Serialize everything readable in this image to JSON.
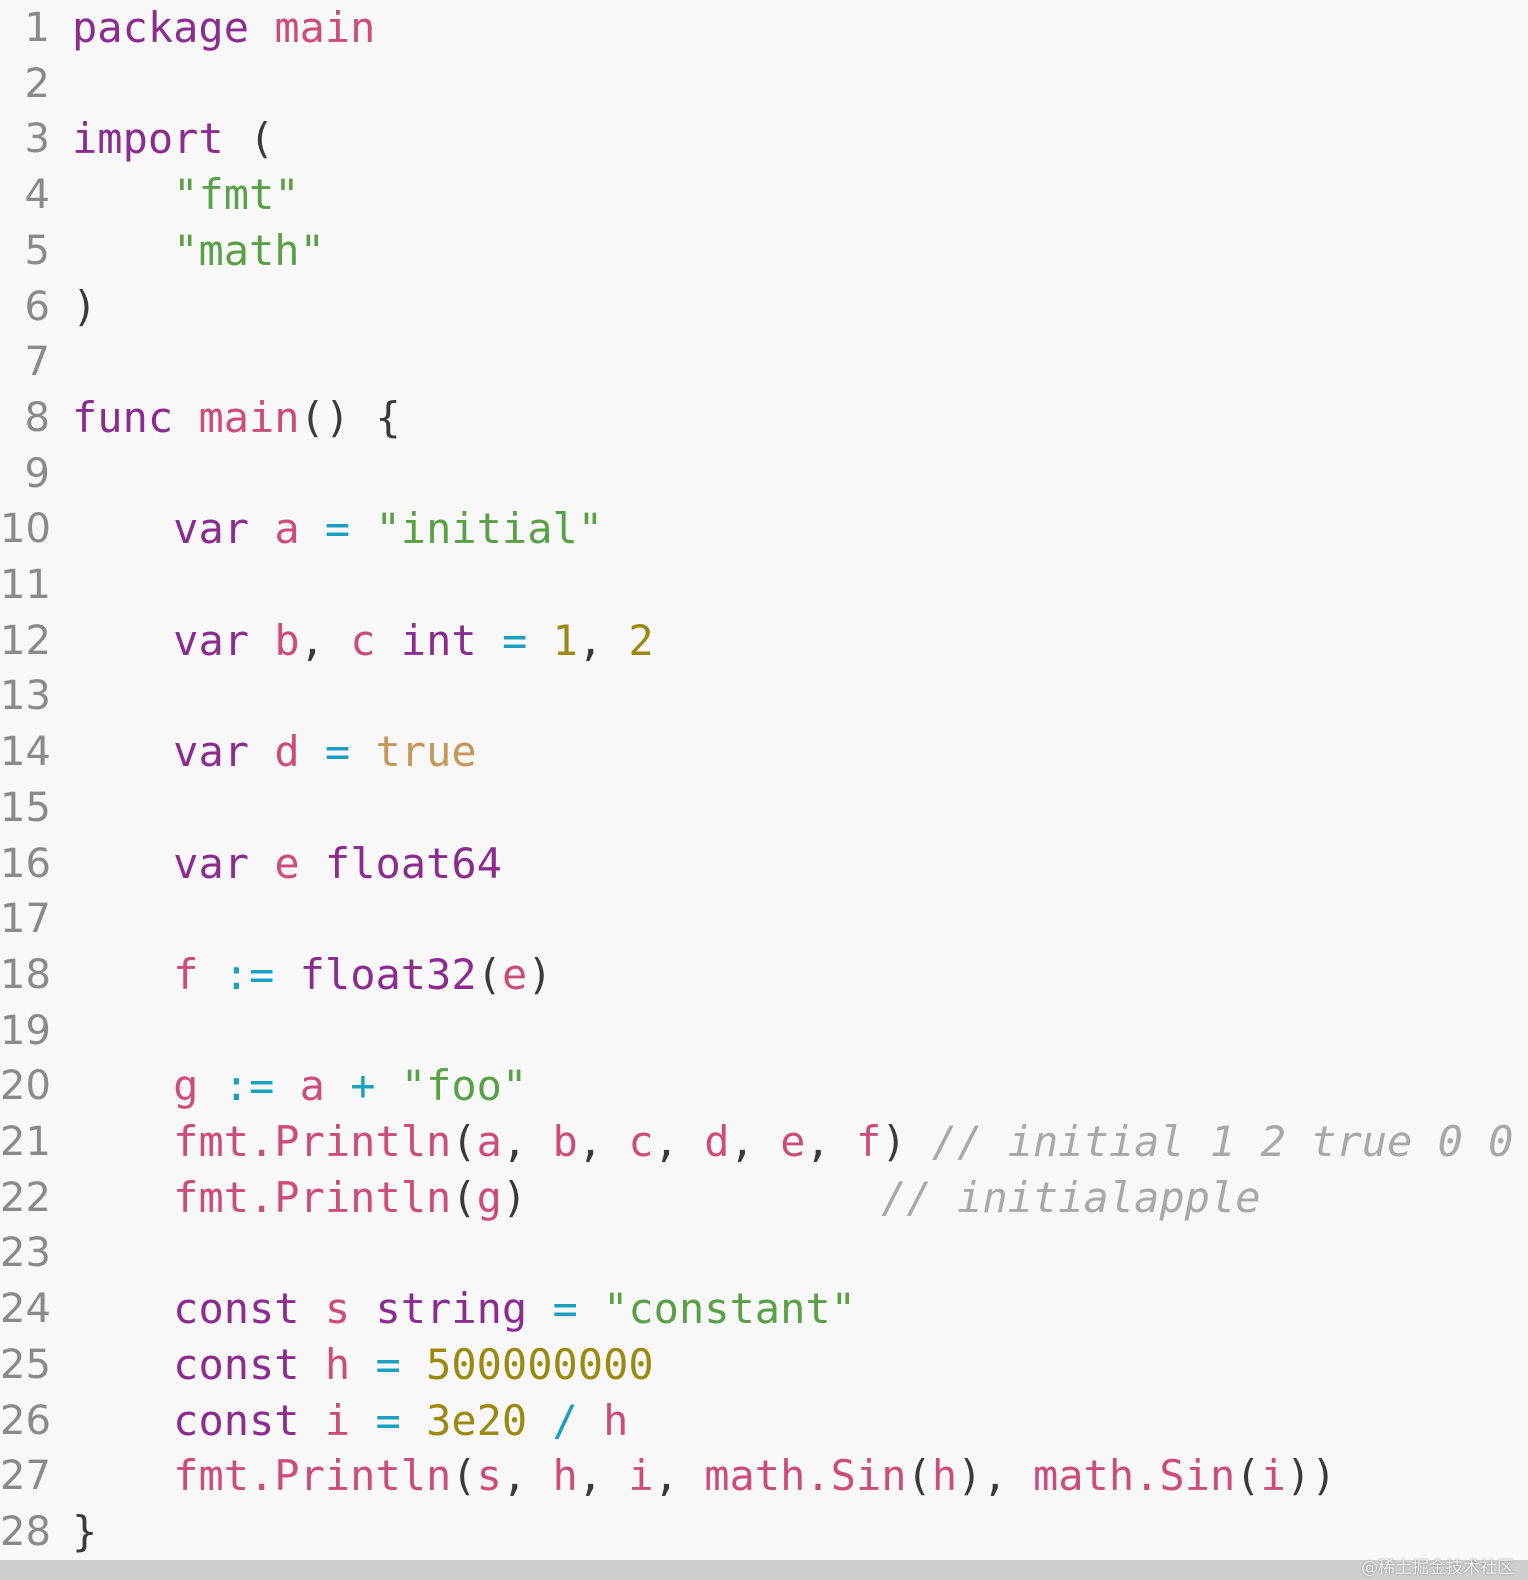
{
  "editor": {
    "language": "go",
    "colors": {
      "background": "#f8f8f8",
      "line_number": "#8a8a8a",
      "keyword": "#8b2d8f",
      "identifier": "#cc4d7a",
      "string": "#5aa046",
      "number": "#9c8a10",
      "operator": "#1a9fbf",
      "bool": "#c6975a",
      "comment": "#a8a8a8"
    },
    "lines": [
      {
        "n": "1",
        "tokens": [
          [
            "kw",
            "package"
          ],
          [
            "p",
            " "
          ],
          [
            "id",
            "main"
          ]
        ]
      },
      {
        "n": "2",
        "tokens": []
      },
      {
        "n": "3",
        "tokens": [
          [
            "kw",
            "import"
          ],
          [
            "p",
            " ("
          ]
        ]
      },
      {
        "n": "4",
        "tokens": [
          [
            "p",
            "    "
          ],
          [
            "str",
            "\"fmt\""
          ]
        ]
      },
      {
        "n": "5",
        "tokens": [
          [
            "p",
            "    "
          ],
          [
            "str",
            "\"math\""
          ]
        ]
      },
      {
        "n": "6",
        "tokens": [
          [
            "p",
            ")"
          ]
        ]
      },
      {
        "n": "7",
        "tokens": []
      },
      {
        "n": "8",
        "tokens": [
          [
            "kw",
            "func"
          ],
          [
            "p",
            " "
          ],
          [
            "id",
            "main"
          ],
          [
            "p",
            "() {"
          ]
        ]
      },
      {
        "n": "9",
        "tokens": []
      },
      {
        "n": "10",
        "tokens": [
          [
            "p",
            "    "
          ],
          [
            "kw",
            "var"
          ],
          [
            "p",
            " "
          ],
          [
            "id",
            "a"
          ],
          [
            "p",
            " "
          ],
          [
            "op",
            "="
          ],
          [
            "p",
            " "
          ],
          [
            "str",
            "\"initial\""
          ]
        ]
      },
      {
        "n": "11",
        "tokens": []
      },
      {
        "n": "12",
        "tokens": [
          [
            "p",
            "    "
          ],
          [
            "kw",
            "var"
          ],
          [
            "p",
            " "
          ],
          [
            "id",
            "b"
          ],
          [
            "p",
            ", "
          ],
          [
            "id",
            "c"
          ],
          [
            "p",
            " "
          ],
          [
            "kw",
            "int"
          ],
          [
            "p",
            " "
          ],
          [
            "op",
            "="
          ],
          [
            "p",
            " "
          ],
          [
            "num",
            "1"
          ],
          [
            "p",
            ", "
          ],
          [
            "num",
            "2"
          ]
        ]
      },
      {
        "n": "13",
        "tokens": []
      },
      {
        "n": "14",
        "tokens": [
          [
            "p",
            "    "
          ],
          [
            "kw",
            "var"
          ],
          [
            "p",
            " "
          ],
          [
            "id",
            "d"
          ],
          [
            "p",
            " "
          ],
          [
            "op",
            "="
          ],
          [
            "p",
            " "
          ],
          [
            "bool",
            "true"
          ]
        ]
      },
      {
        "n": "15",
        "tokens": []
      },
      {
        "n": "16",
        "tokens": [
          [
            "p",
            "    "
          ],
          [
            "kw",
            "var"
          ],
          [
            "p",
            " "
          ],
          [
            "id",
            "e"
          ],
          [
            "p",
            " "
          ],
          [
            "kw",
            "float64"
          ]
        ]
      },
      {
        "n": "17",
        "tokens": []
      },
      {
        "n": "18",
        "tokens": [
          [
            "p",
            "    "
          ],
          [
            "id",
            "f"
          ],
          [
            "p",
            " "
          ],
          [
            "op",
            ":="
          ],
          [
            "p",
            " "
          ],
          [
            "kw",
            "float32"
          ],
          [
            "p",
            "("
          ],
          [
            "id",
            "e"
          ],
          [
            "p",
            ")"
          ]
        ]
      },
      {
        "n": "19",
        "tokens": []
      },
      {
        "n": "20",
        "tokens": [
          [
            "p",
            "    "
          ],
          [
            "id",
            "g"
          ],
          [
            "p",
            " "
          ],
          [
            "op",
            ":="
          ],
          [
            "p",
            " "
          ],
          [
            "id",
            "a"
          ],
          [
            "p",
            " "
          ],
          [
            "op",
            "+"
          ],
          [
            "p",
            " "
          ],
          [
            "str",
            "\"foo\""
          ]
        ]
      },
      {
        "n": "21",
        "tokens": [
          [
            "p",
            "    "
          ],
          [
            "fn",
            "fmt.Println"
          ],
          [
            "p",
            "("
          ],
          [
            "id",
            "a"
          ],
          [
            "p",
            ", "
          ],
          [
            "id",
            "b"
          ],
          [
            "p",
            ", "
          ],
          [
            "id",
            "c"
          ],
          [
            "p",
            ", "
          ],
          [
            "id",
            "d"
          ],
          [
            "p",
            ", "
          ],
          [
            "id",
            "e"
          ],
          [
            "p",
            ", "
          ],
          [
            "id",
            "f"
          ],
          [
            "p",
            ") "
          ],
          [
            "cm",
            "// initial 1 2 true 0 0"
          ]
        ]
      },
      {
        "n": "22",
        "tokens": [
          [
            "p",
            "    "
          ],
          [
            "fn",
            "fmt.Println"
          ],
          [
            "p",
            "("
          ],
          [
            "id",
            "g"
          ],
          [
            "p",
            ")              "
          ],
          [
            "cm",
            "// initialapple"
          ]
        ]
      },
      {
        "n": "23",
        "tokens": []
      },
      {
        "n": "24",
        "tokens": [
          [
            "p",
            "    "
          ],
          [
            "kw",
            "const"
          ],
          [
            "p",
            " "
          ],
          [
            "id",
            "s"
          ],
          [
            "p",
            " "
          ],
          [
            "kw",
            "string"
          ],
          [
            "p",
            " "
          ],
          [
            "op",
            "="
          ],
          [
            "p",
            " "
          ],
          [
            "str",
            "\"constant\""
          ]
        ]
      },
      {
        "n": "25",
        "tokens": [
          [
            "p",
            "    "
          ],
          [
            "kw",
            "const"
          ],
          [
            "p",
            " "
          ],
          [
            "id",
            "h"
          ],
          [
            "p",
            " "
          ],
          [
            "op",
            "="
          ],
          [
            "p",
            " "
          ],
          [
            "num",
            "500000000"
          ]
        ]
      },
      {
        "n": "26",
        "tokens": [
          [
            "p",
            "    "
          ],
          [
            "kw",
            "const"
          ],
          [
            "p",
            " "
          ],
          [
            "id",
            "i"
          ],
          [
            "p",
            " "
          ],
          [
            "op",
            "="
          ],
          [
            "p",
            " "
          ],
          [
            "num",
            "3e20"
          ],
          [
            "p",
            " "
          ],
          [
            "op",
            "/"
          ],
          [
            "p",
            " "
          ],
          [
            "id",
            "h"
          ]
        ]
      },
      {
        "n": "27",
        "tokens": [
          [
            "p",
            "    "
          ],
          [
            "fn",
            "fmt.Println"
          ],
          [
            "p",
            "("
          ],
          [
            "id",
            "s"
          ],
          [
            "p",
            ", "
          ],
          [
            "id",
            "h"
          ],
          [
            "p",
            ", "
          ],
          [
            "id",
            "i"
          ],
          [
            "p",
            ", "
          ],
          [
            "fn",
            "math.Sin"
          ],
          [
            "p",
            "("
          ],
          [
            "id",
            "h"
          ],
          [
            "p",
            "), "
          ],
          [
            "fn",
            "math.Sin"
          ],
          [
            "p",
            "("
          ],
          [
            "id",
            "i"
          ],
          [
            "p",
            "))"
          ]
        ]
      },
      {
        "n": "28",
        "tokens": [
          [
            "p",
            "}"
          ]
        ]
      }
    ]
  },
  "watermark": {
    "text": "@稀土掘金技术社区"
  }
}
